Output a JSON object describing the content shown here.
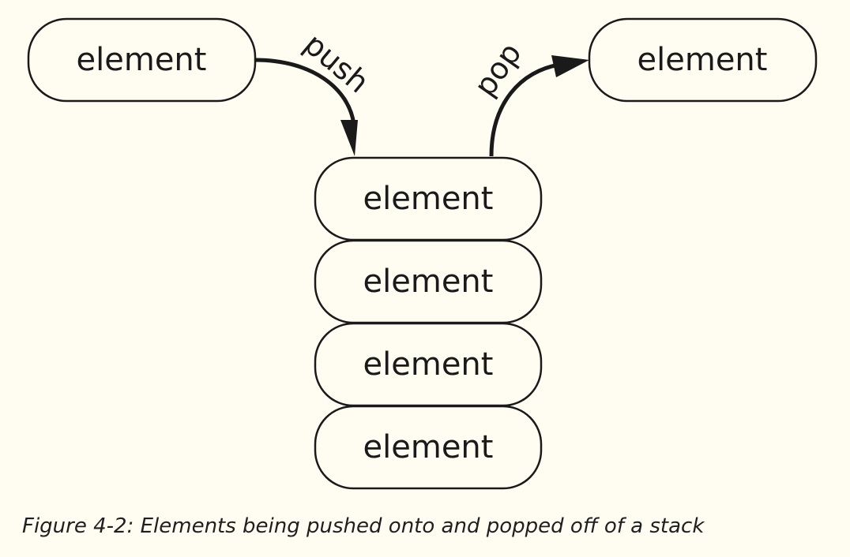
{
  "diagram": {
    "source_node": "element",
    "popped_node": "element",
    "stack": [
      "element",
      "element",
      "element",
      "element"
    ],
    "push_label": "push",
    "pop_label": "pop"
  },
  "caption": "Figure 4-2: Elements being pushed onto and popped off of a stack"
}
